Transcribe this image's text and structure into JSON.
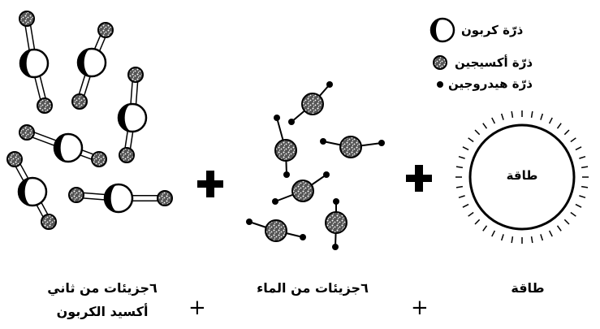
{
  "legend": {
    "carbon": "ذرّة كربون",
    "oxygen": "ذرّة أكسيجين",
    "hydrogen": "ذرّة هيدروجين"
  },
  "energy_circle_label": "طاقة",
  "bottom": {
    "co2_line1": "٦جزيئات من ثاني",
    "co2_line2": "أكسيد الكربون",
    "water": "٦جزيئات من الماء",
    "energy": "طاقة",
    "plus": "+"
  }
}
